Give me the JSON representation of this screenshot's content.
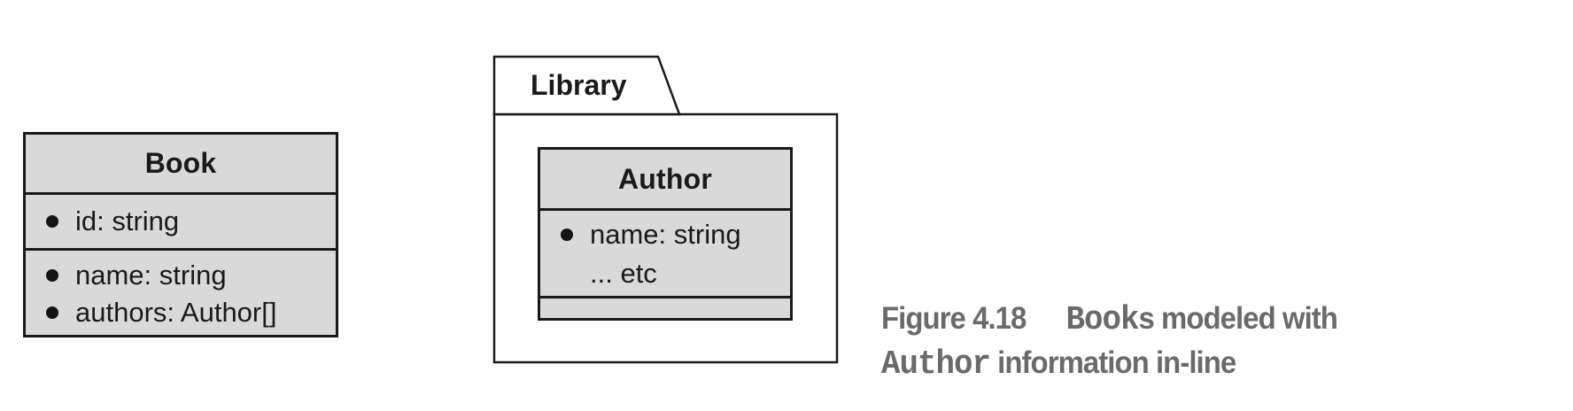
{
  "palette": {
    "background": "#ffffff",
    "box_fill": "#d9d9d9",
    "line_color": "#1a1a1a",
    "package_fill": "#ffffff",
    "caption_gray": "#6a6a6c"
  },
  "book_class": {
    "title": "Book",
    "compartment1": [
      {
        "bullet": true,
        "text": "id: string"
      }
    ],
    "compartment2": [
      {
        "bullet": true,
        "text": "name: string"
      },
      {
        "bullet": true,
        "text": "authors: Author[]"
      }
    ]
  },
  "library_package": {
    "title": "Library",
    "author_class": {
      "title": "Author",
      "attributes": [
        {
          "bullet": true,
          "text": "name: string"
        },
        {
          "bullet": false,
          "text": "... etc"
        }
      ]
    }
  },
  "caption": {
    "figure_label": "Figure 4.18",
    "part1_code": "Book",
    "part1_text": "s modeled with",
    "part2_code": "Author",
    "part2_text": " information in-line"
  }
}
